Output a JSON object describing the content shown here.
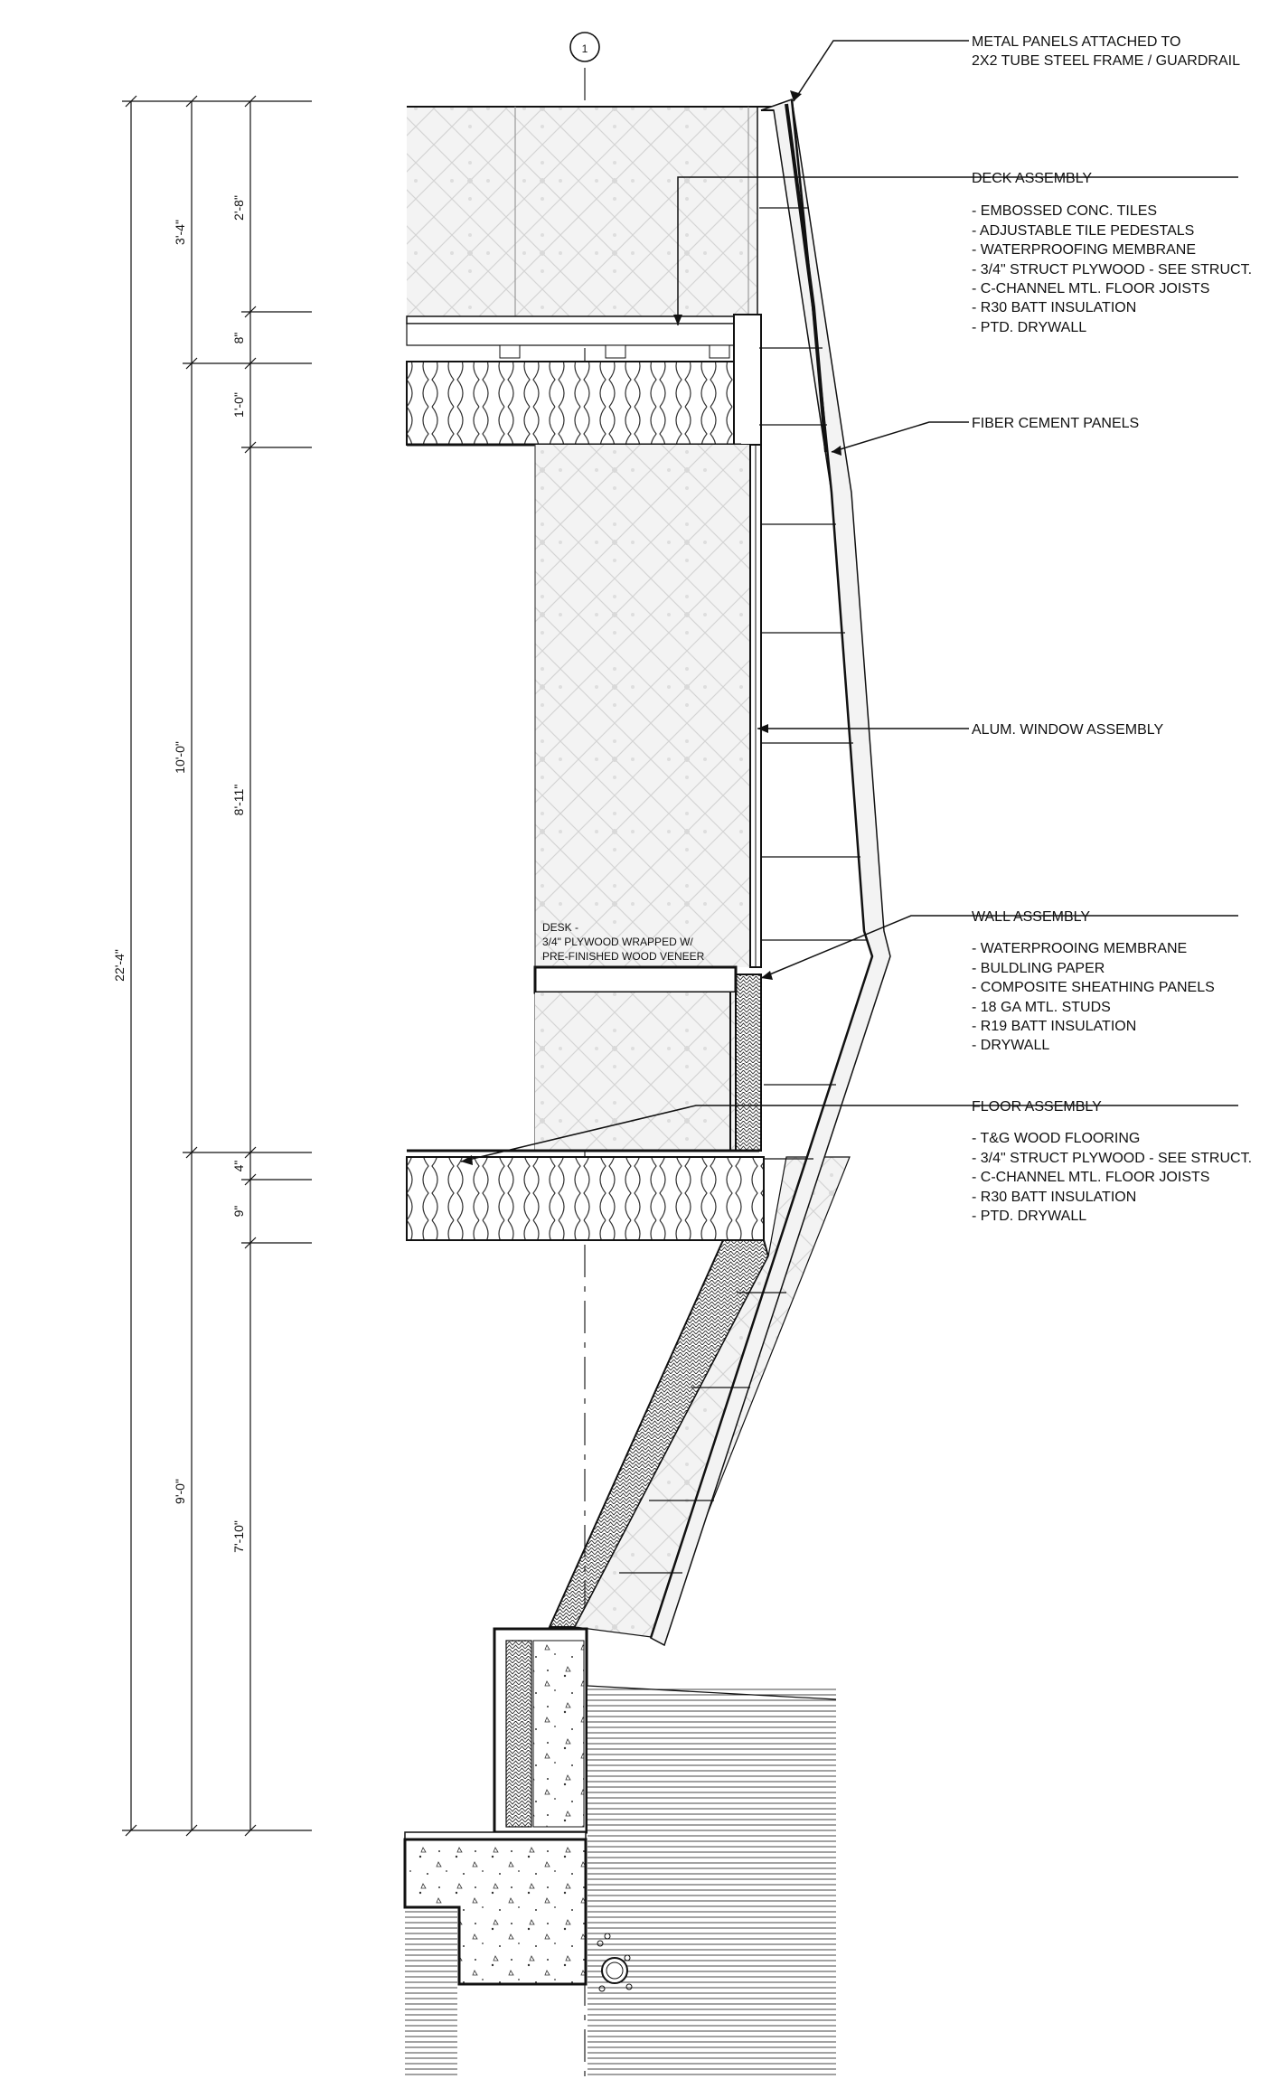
{
  "grid_marker": "1",
  "dimensions": {
    "outer": [
      {
        "text": "22'-4\""
      }
    ],
    "middle": [
      {
        "text": "3'-4\""
      },
      {
        "text": "10'-0\""
      },
      {
        "text": "9'-0\""
      }
    ],
    "inner": [
      {
        "text": "2'-8\""
      },
      {
        "text": "8\""
      },
      {
        "text": "1'-0\""
      },
      {
        "text": "8'-11\""
      },
      {
        "text": "4\""
      },
      {
        "text": "9\""
      },
      {
        "text": "7'-10\""
      }
    ]
  },
  "callouts": [
    {
      "title": "METAL PANELS ATTACHED TO",
      "title2": "2X2 TUBE STEEL FRAME / GUARDRAIL",
      "items": []
    },
    {
      "title": "DECK ASSEMBLY",
      "items": [
        "- EMBOSSED CONC. TILES",
        "- ADJUSTABLE TILE PEDESTALS",
        "- WATERPROOFING MEMBRANE",
        "- 3/4\" STRUCT PLYWOOD - SEE STRUCT.",
        "- C-CHANNEL MTL. FLOOR JOISTS",
        "- R30 BATT INSULATION",
        "- PTD. DRYWALL"
      ]
    },
    {
      "title": "FIBER CEMENT PANELS",
      "items": []
    },
    {
      "title": "ALUM. WINDOW ASSEMBLY",
      "items": []
    },
    {
      "title": "WALL ASSEMBLY",
      "items": [
        "- WATERPROOING MEMBRANE",
        "- BULDLING PAPER",
        "- COMPOSITE SHEATHING PANELS",
        "- 18 GA MTL. STUDS",
        "- R19 BATT INSULATION",
        "- DRYWALL"
      ]
    },
    {
      "title": "FLOOR ASSEMBLY",
      "items": [
        "- T&G WOOD FLOORING",
        "- 3/4\" STRUCT PLYWOOD - SEE STRUCT.",
        "- C-CHANNEL MTL. FLOOR JOISTS",
        "- R30 BATT INSULATION",
        "- PTD. DRYWALL"
      ]
    }
  ],
  "desk_note": [
    "DESK -",
    "3/4\" PLYWOOD WRAPPED W/",
    "PRE-FINISHED WOOD VENEER"
  ]
}
